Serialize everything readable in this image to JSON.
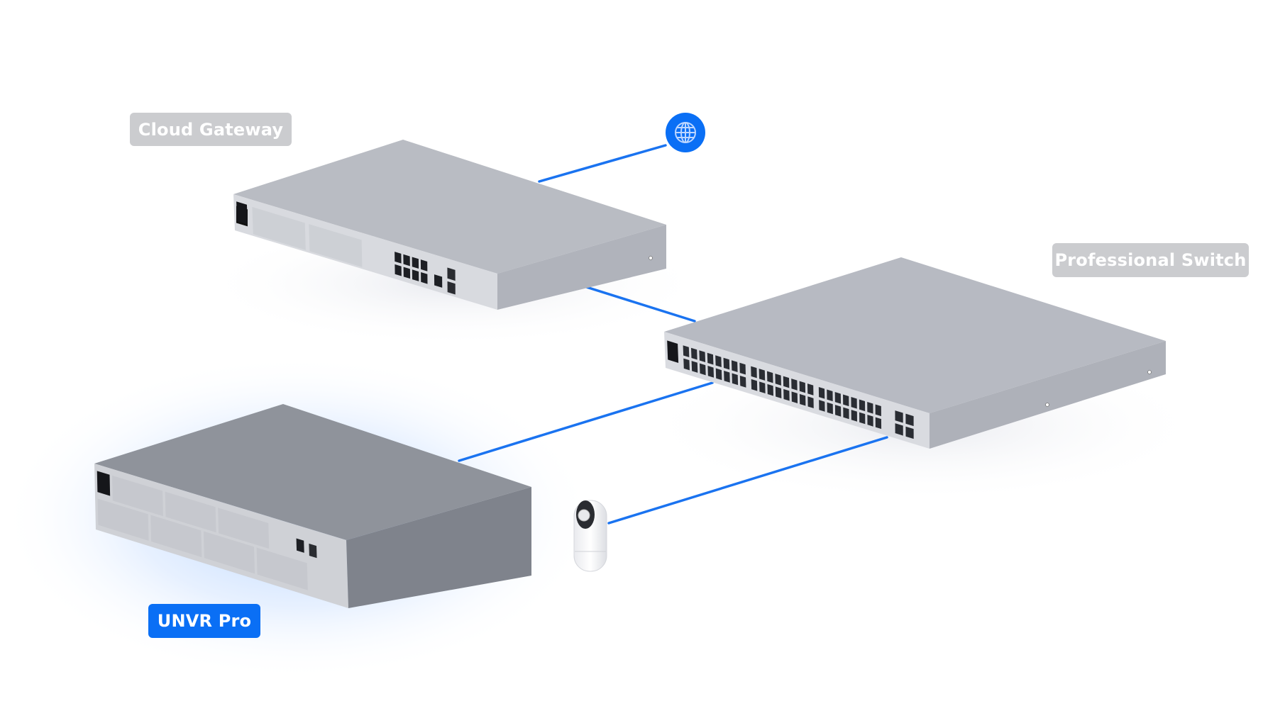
{
  "diagram": {
    "type": "network-topology",
    "nodes": [
      {
        "id": "internet",
        "label": "",
        "icon": "globe-icon",
        "kind": "internet"
      },
      {
        "id": "gateway",
        "label": "Cloud Gateway",
        "kind": "rack-gateway",
        "rj45_ports": 8,
        "sfp_ports": 2,
        "drive_bays": 2,
        "state": "inactive"
      },
      {
        "id": "switch",
        "label": "Professional Switch",
        "kind": "rack-switch",
        "rj45_ports": 48,
        "sfp_ports": 4,
        "state": "inactive"
      },
      {
        "id": "unvr",
        "label": "UNVR Pro",
        "kind": "rack-nvr",
        "drive_bays": 7,
        "state": "active"
      },
      {
        "id": "camera",
        "label": "",
        "kind": "camera",
        "icon": "camera-icon"
      }
    ],
    "edges": [
      {
        "from": "internet",
        "to": "gateway"
      },
      {
        "from": "gateway",
        "to": "switch"
      },
      {
        "from": "unvr",
        "to": "switch"
      },
      {
        "from": "camera",
        "to": "switch"
      }
    ]
  },
  "labels": {
    "gateway": "Cloud Gateway",
    "switch": "Professional Switch",
    "unvr": "UNVR Pro"
  },
  "colors": {
    "accent": "#0a6ff5",
    "link": "#1a73f0",
    "label_muted_bg": "#cbcccf",
    "label_text": "#ffffff",
    "device_top": "#b9bcc3",
    "device_front": "#d7d9dd",
    "device_side": "#a9adb5",
    "unvr_top": "#8f939b",
    "glow": "#bcd8ff"
  }
}
